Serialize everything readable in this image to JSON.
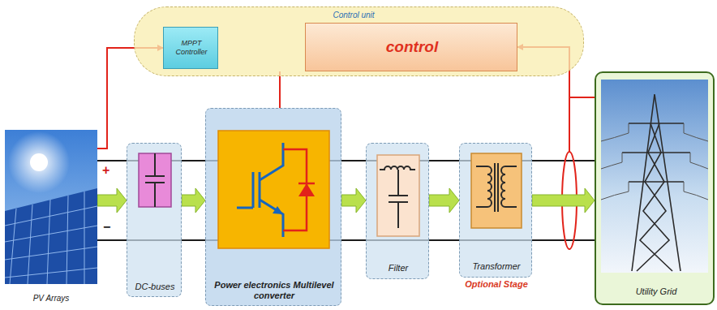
{
  "diagram": {
    "nodes": [
      {
        "text": [
          "Control unit"
        ]
      },
      {
        "text": [
          "MPPT Controller"
        ],
        "in": 0
      },
      {
        "text": [
          "control"
        ],
        "in": 0
      },
      {
        "text": [
          "PV Arrays"
        ]
      },
      {
        "text": [
          "DC-buses"
        ]
      },
      {
        "text": [
          "Power electronics Multilevel converter"
        ]
      },
      {
        "text": [
          "Filter"
        ]
      },
      {
        "text": [
          "Transformer",
          "Optional Stage"
        ]
      },
      {
        "text": [
          "Utility Grid"
        ]
      }
    ],
    "edges": [
      {
        "from": 3,
        "to": 4,
        "arrow": "to"
      },
      {
        "from": 4,
        "to": 5,
        "arrow": "to"
      },
      {
        "from": 5,
        "to": 6,
        "arrow": "to"
      },
      {
        "from": 6,
        "to": 7,
        "arrow": "to"
      },
      {
        "from": 7,
        "to": 8,
        "arrow": "to"
      },
      {
        "from": 3,
        "to": 1,
        "arrow": "to"
      },
      {
        "from": 2,
        "to": 5,
        "arrow": "none"
      },
      {
        "from": 8,
        "to": 2,
        "arrow": "to"
      }
    ],
    "labels": [
      "+",
      "−"
    ]
  }
}
